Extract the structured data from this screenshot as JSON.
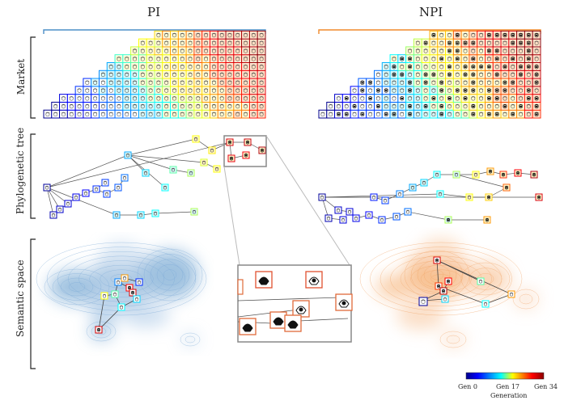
{
  "columns": [
    {
      "name": "PI",
      "color": "#4c8fc7"
    },
    {
      "name": "NPI",
      "color": "#f08a2c"
    }
  ],
  "rows": [
    "Market",
    "Phylogenetic tree",
    "Semantic space"
  ],
  "colorbar": {
    "ticks": [
      "Gen 0",
      "Gen 17",
      "Gen 34"
    ],
    "title": "Generation",
    "stops": [
      "#00008b",
      "#0000ff",
      "#00ffff",
      "#ffff00",
      "#ff0000",
      "#8b0000"
    ]
  },
  "colors": {
    "pi_density": "#4f8fc6",
    "npi_density": "#f2913a",
    "zoom_border": "#888888"
  }
}
